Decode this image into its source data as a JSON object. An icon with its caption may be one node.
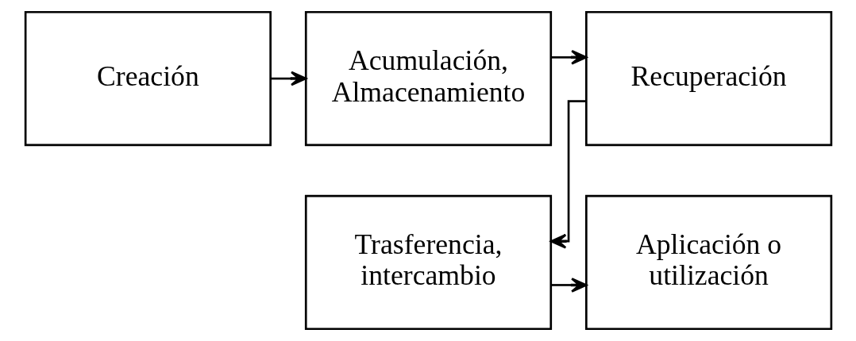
{
  "diagram": {
    "nodes": [
      {
        "text": [
          "Creación"
        ]
      },
      {
        "text": [
          "Acumulación, Almacenamiento"
        ]
      },
      {
        "text": [
          "Recuperación"
        ]
      },
      {
        "text": [
          "Trasferencia, intercambio"
        ]
      },
      {
        "text": [
          "Aplicación o utilización"
        ]
      }
    ],
    "edges": [
      {
        "from": 0,
        "to": 1,
        "arrow": "to"
      },
      {
        "from": 1,
        "to": 2,
        "arrow": "to"
      },
      {
        "from": 2,
        "to": 3,
        "arrow": "to"
      },
      {
        "from": 3,
        "to": 4,
        "arrow": "to"
      }
    ]
  }
}
